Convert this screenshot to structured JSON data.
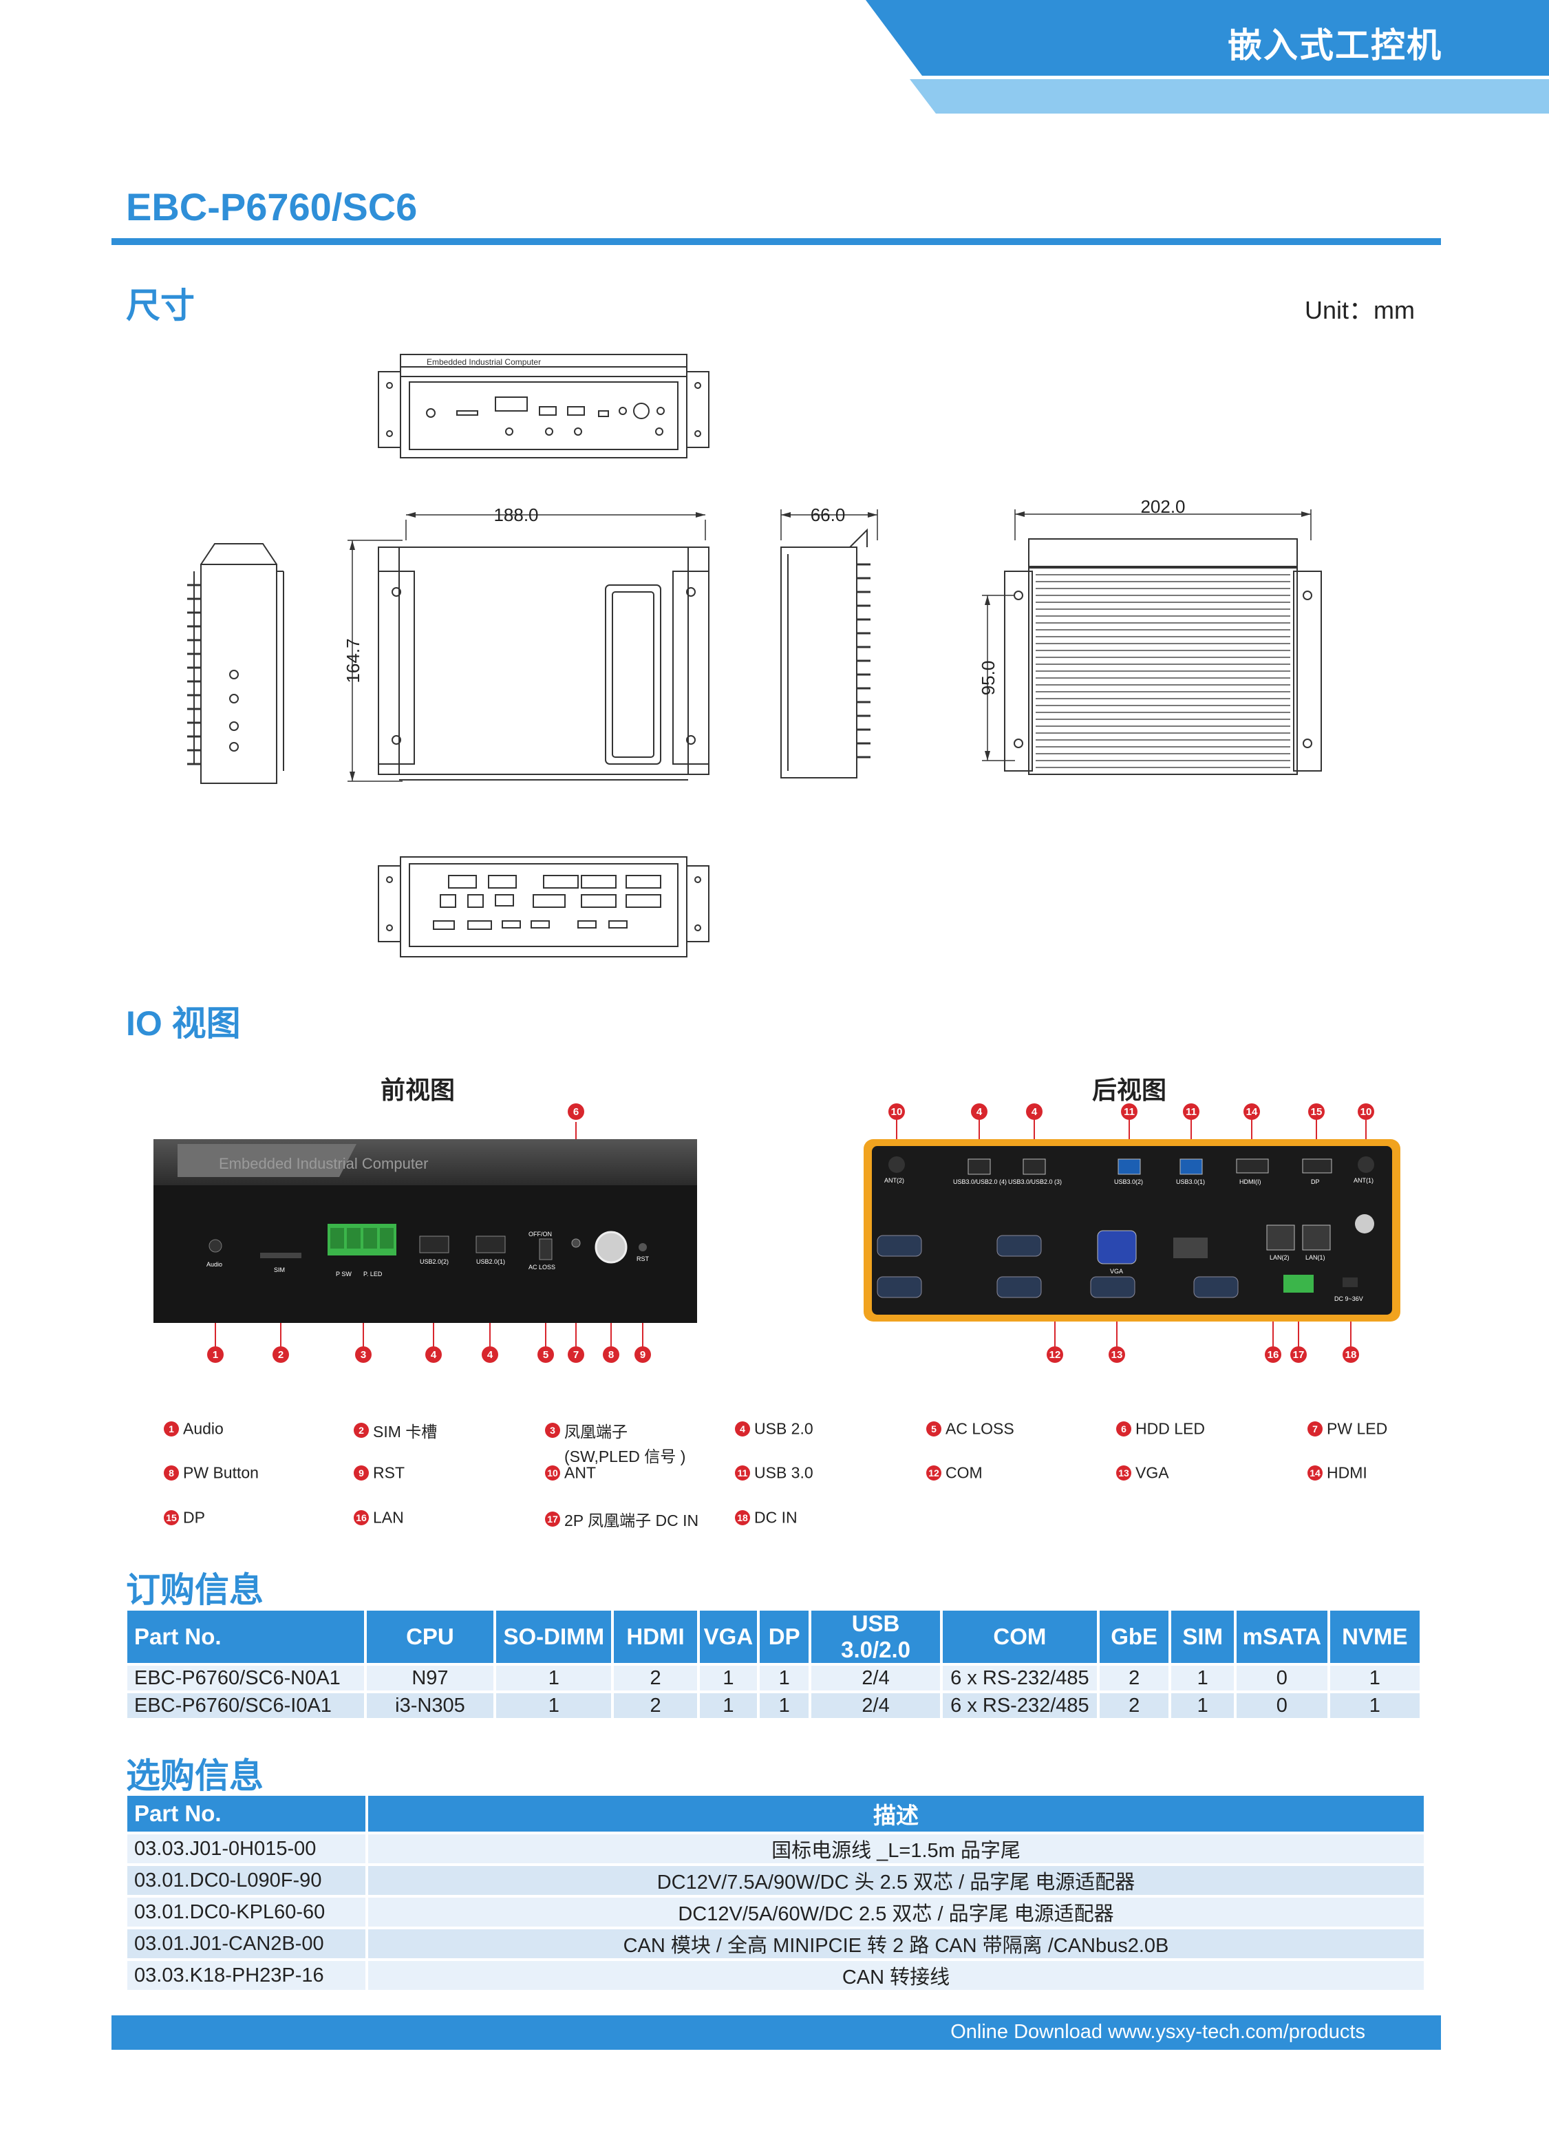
{
  "header": {
    "title": "嵌入式工控机"
  },
  "model": "EBC-P6760/SC6",
  "dimensions": {
    "heading": "尺寸",
    "unit": "Unit：mm",
    "width": "188.0",
    "height": "164.7",
    "depth_side": "66.0",
    "top_width": "202.0",
    "top_height": "95.0",
    "front_panel_text": "Embedded Industrial Computer"
  },
  "io": {
    "heading": "IO 视图",
    "front_title": "前视图",
    "rear_title": "后视图",
    "front_labels": [
      "Audio",
      "SIM",
      "P SW",
      "P. LED",
      "USB2.0(2)",
      "USB2.0(1)",
      "OFF/ON",
      "AC LOSS",
      "RST"
    ],
    "rear_labels": [
      "ANT(2)",
      "USB3.0/USB2.0 (4)",
      "USB3.0/USB2.0 (3)",
      "USB3.0(2)",
      "USB3.0(1)",
      "HDMI(I)",
      "DP",
      "ANT(1)",
      "VGA",
      "LAN(2)",
      "LAN(1)",
      "DC 9~36V"
    ],
    "legend": [
      {
        "n": "1",
        "label": "Audio"
      },
      {
        "n": "2",
        "label": "SIM 卡槽"
      },
      {
        "n": "3",
        "label": "凤凰端子",
        "label2": "(SW,PLED 信号 )"
      },
      {
        "n": "4",
        "label": "USB 2.0"
      },
      {
        "n": "5",
        "label": "AC LOSS"
      },
      {
        "n": "6",
        "label": "HDD LED"
      },
      {
        "n": "7",
        "label": "PW LED"
      },
      {
        "n": "8",
        "label": "PW Button"
      },
      {
        "n": "9",
        "label": "RST"
      },
      {
        "n": "10",
        "label": "ANT"
      },
      {
        "n": "11",
        "label": "USB 3.0"
      },
      {
        "n": "12",
        "label": "COM"
      },
      {
        "n": "13",
        "label": "VGA"
      },
      {
        "n": "14",
        "label": "HDMI"
      },
      {
        "n": "15",
        "label": "DP"
      },
      {
        "n": "16",
        "label": "LAN"
      },
      {
        "n": "17",
        "label": "2P 凤凰端子 DC IN"
      },
      {
        "n": "18",
        "label": "DC IN"
      }
    ]
  },
  "ordering": {
    "heading": "订购信息",
    "columns": [
      "Part No.",
      "CPU",
      "SO-DIMM",
      "HDMI",
      "VGA",
      "DP",
      "USB 3.0/2.0",
      "COM",
      "GbE",
      "SIM",
      "mSATA",
      "NVME"
    ],
    "rows": [
      [
        "EBC-P6760/SC6-N0A1",
        "N97",
        "1",
        "2",
        "1",
        "1",
        "2/4",
        "6 x RS-232/485",
        "2",
        "1",
        "0",
        "1"
      ],
      [
        "EBC-P6760/SC6-I0A1",
        "i3-N305",
        "1",
        "2",
        "1",
        "1",
        "2/4",
        "6 x RS-232/485",
        "2",
        "1",
        "0",
        "1"
      ]
    ]
  },
  "options": {
    "heading": "选购信息",
    "columns": [
      "Part No.",
      "描述"
    ],
    "rows": [
      [
        "03.03.J01-0H015-00",
        "国标电源线 _L=1.5m 品字尾"
      ],
      [
        "03.01.DC0-L090F-90",
        "DC12V/7.5A/90W/DC 头 2.5 双芯 / 品字尾 电源适配器"
      ],
      [
        "03.01.DC0-KPL60-60",
        "DC12V/5A/60W/DC 2.5 双芯 / 品字尾 电源适配器"
      ],
      [
        "03.01.J01-CAN2B-00",
        "CAN 模块 / 全高 MINIPCIE 转 2 路 CAN 带隔离 /CANbus2.0B"
      ],
      [
        "03.03.K18-PH23P-16",
        "CAN 转接线"
      ]
    ]
  },
  "footer": {
    "text": "Online Download www.ysxy-tech.com/products"
  },
  "colors": {
    "accent": "#2f8fd8",
    "light_accent": "#8fcaf0",
    "badge": "#d8262d",
    "rear_frame": "#f1a31f"
  }
}
